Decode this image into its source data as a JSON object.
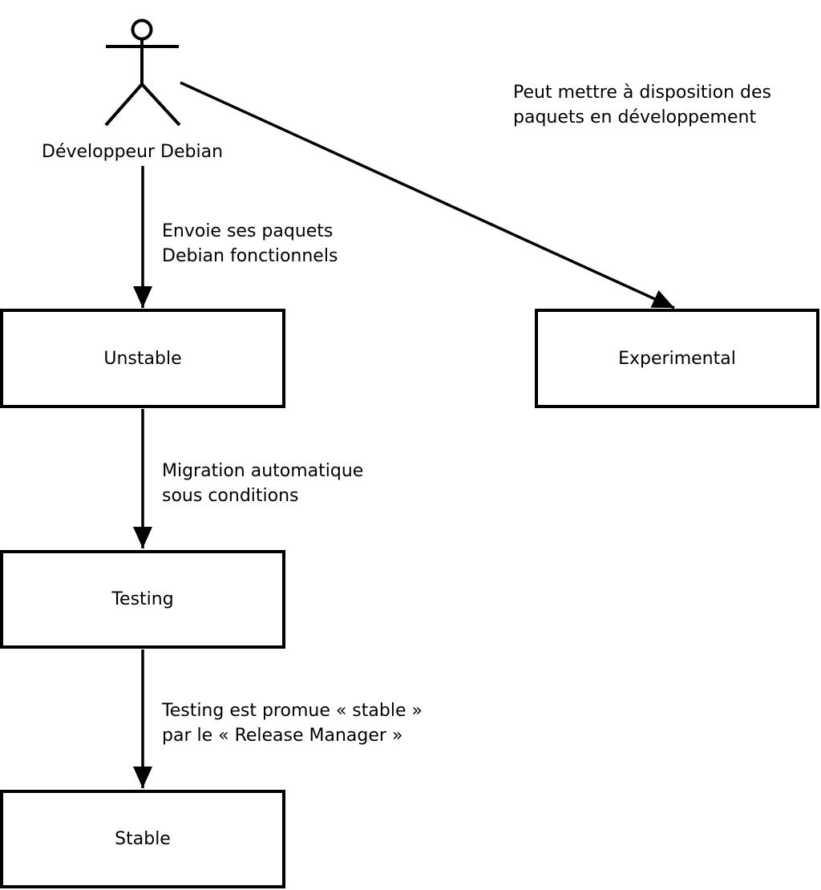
{
  "actor": {
    "label": "Développeur Debian"
  },
  "boxes": {
    "unstable": "Unstable",
    "experimental": "Experimental",
    "testing": "Testing",
    "stable": "Stable"
  },
  "edges": {
    "developer_to_unstable": "Envoie ses paquets\nDebian fonctionnels",
    "developer_to_experimental": "Peut mettre à disposition des\npaquets en développement",
    "unstable_to_testing": "Migration automatique\nsous conditions",
    "testing_to_stable": "Testing est promue « stable »\npar le « Release Manager »"
  },
  "colors": {
    "line": "#000000",
    "box_border": "#000000",
    "text": "#000000",
    "background": "#ffffff"
  }
}
